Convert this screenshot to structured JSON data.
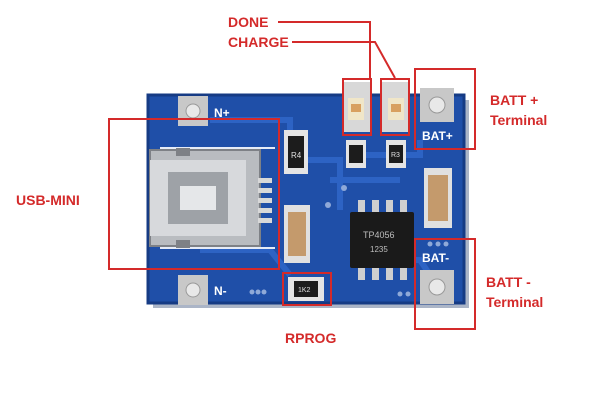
{
  "labels": {
    "done": "DONE",
    "charge": "CHARGE",
    "batt_plus": "BATT +\nTerminal",
    "batt_minus": "BATT -\nTerminal",
    "usb_mini": "USB-MINI",
    "rprog": "RPROG"
  },
  "silkscreen": {
    "n_plus": "N+",
    "n_minus": "N-",
    "bat_plus": "BAT+",
    "bat_minus": "BAT-",
    "chip": "TP4056",
    "chip_code": "1235",
    "r1": "R4",
    "r2": "R3",
    "r3": "1K2"
  },
  "colors": {
    "annotation": "#d42a2a",
    "pcb": "#1f4fa8",
    "pcb_dark": "#163b84"
  }
}
